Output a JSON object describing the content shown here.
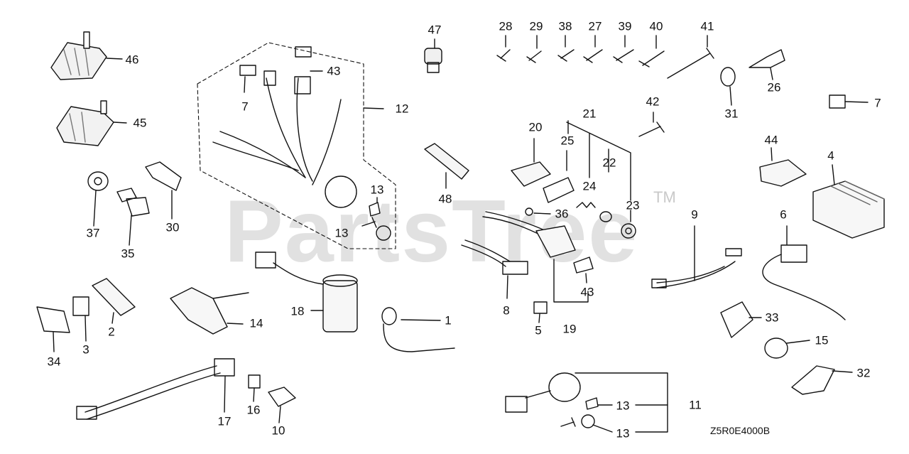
{
  "watermark": {
    "text": "PartsTree",
    "trademark": "TM"
  },
  "diagram_code": "Z5R0E4000B",
  "callouts": {
    "c1": "1",
    "c2": "2",
    "c3": "3",
    "c4": "4",
    "c5": "5",
    "c6": "6",
    "c7a": "7",
    "c7b": "7",
    "c8": "8",
    "c9": "9",
    "c10": "10",
    "c11": "11",
    "c12": "12",
    "c13a": "13",
    "c13b": "13",
    "c13c": "13",
    "c13d": "13",
    "c14": "14",
    "c15": "15",
    "c16": "16",
    "c17": "17",
    "c18": "18",
    "c19": "19",
    "c20": "20",
    "c21": "21",
    "c22": "22",
    "c23": "23",
    "c24": "24",
    "c25": "25",
    "c26": "26",
    "c27": "27",
    "c28": "28",
    "c29": "29",
    "c30": "30",
    "c31": "31",
    "c32": "32",
    "c33": "33",
    "c34": "34",
    "c35": "35",
    "c36": "36",
    "c37": "37",
    "c38": "38",
    "c39": "39",
    "c40": "40",
    "c41": "41",
    "c42": "42",
    "c43a": "43",
    "c43b": "43",
    "c44": "44",
    "c45": "45",
    "c46": "46",
    "c47": "47",
    "c48": "48"
  }
}
